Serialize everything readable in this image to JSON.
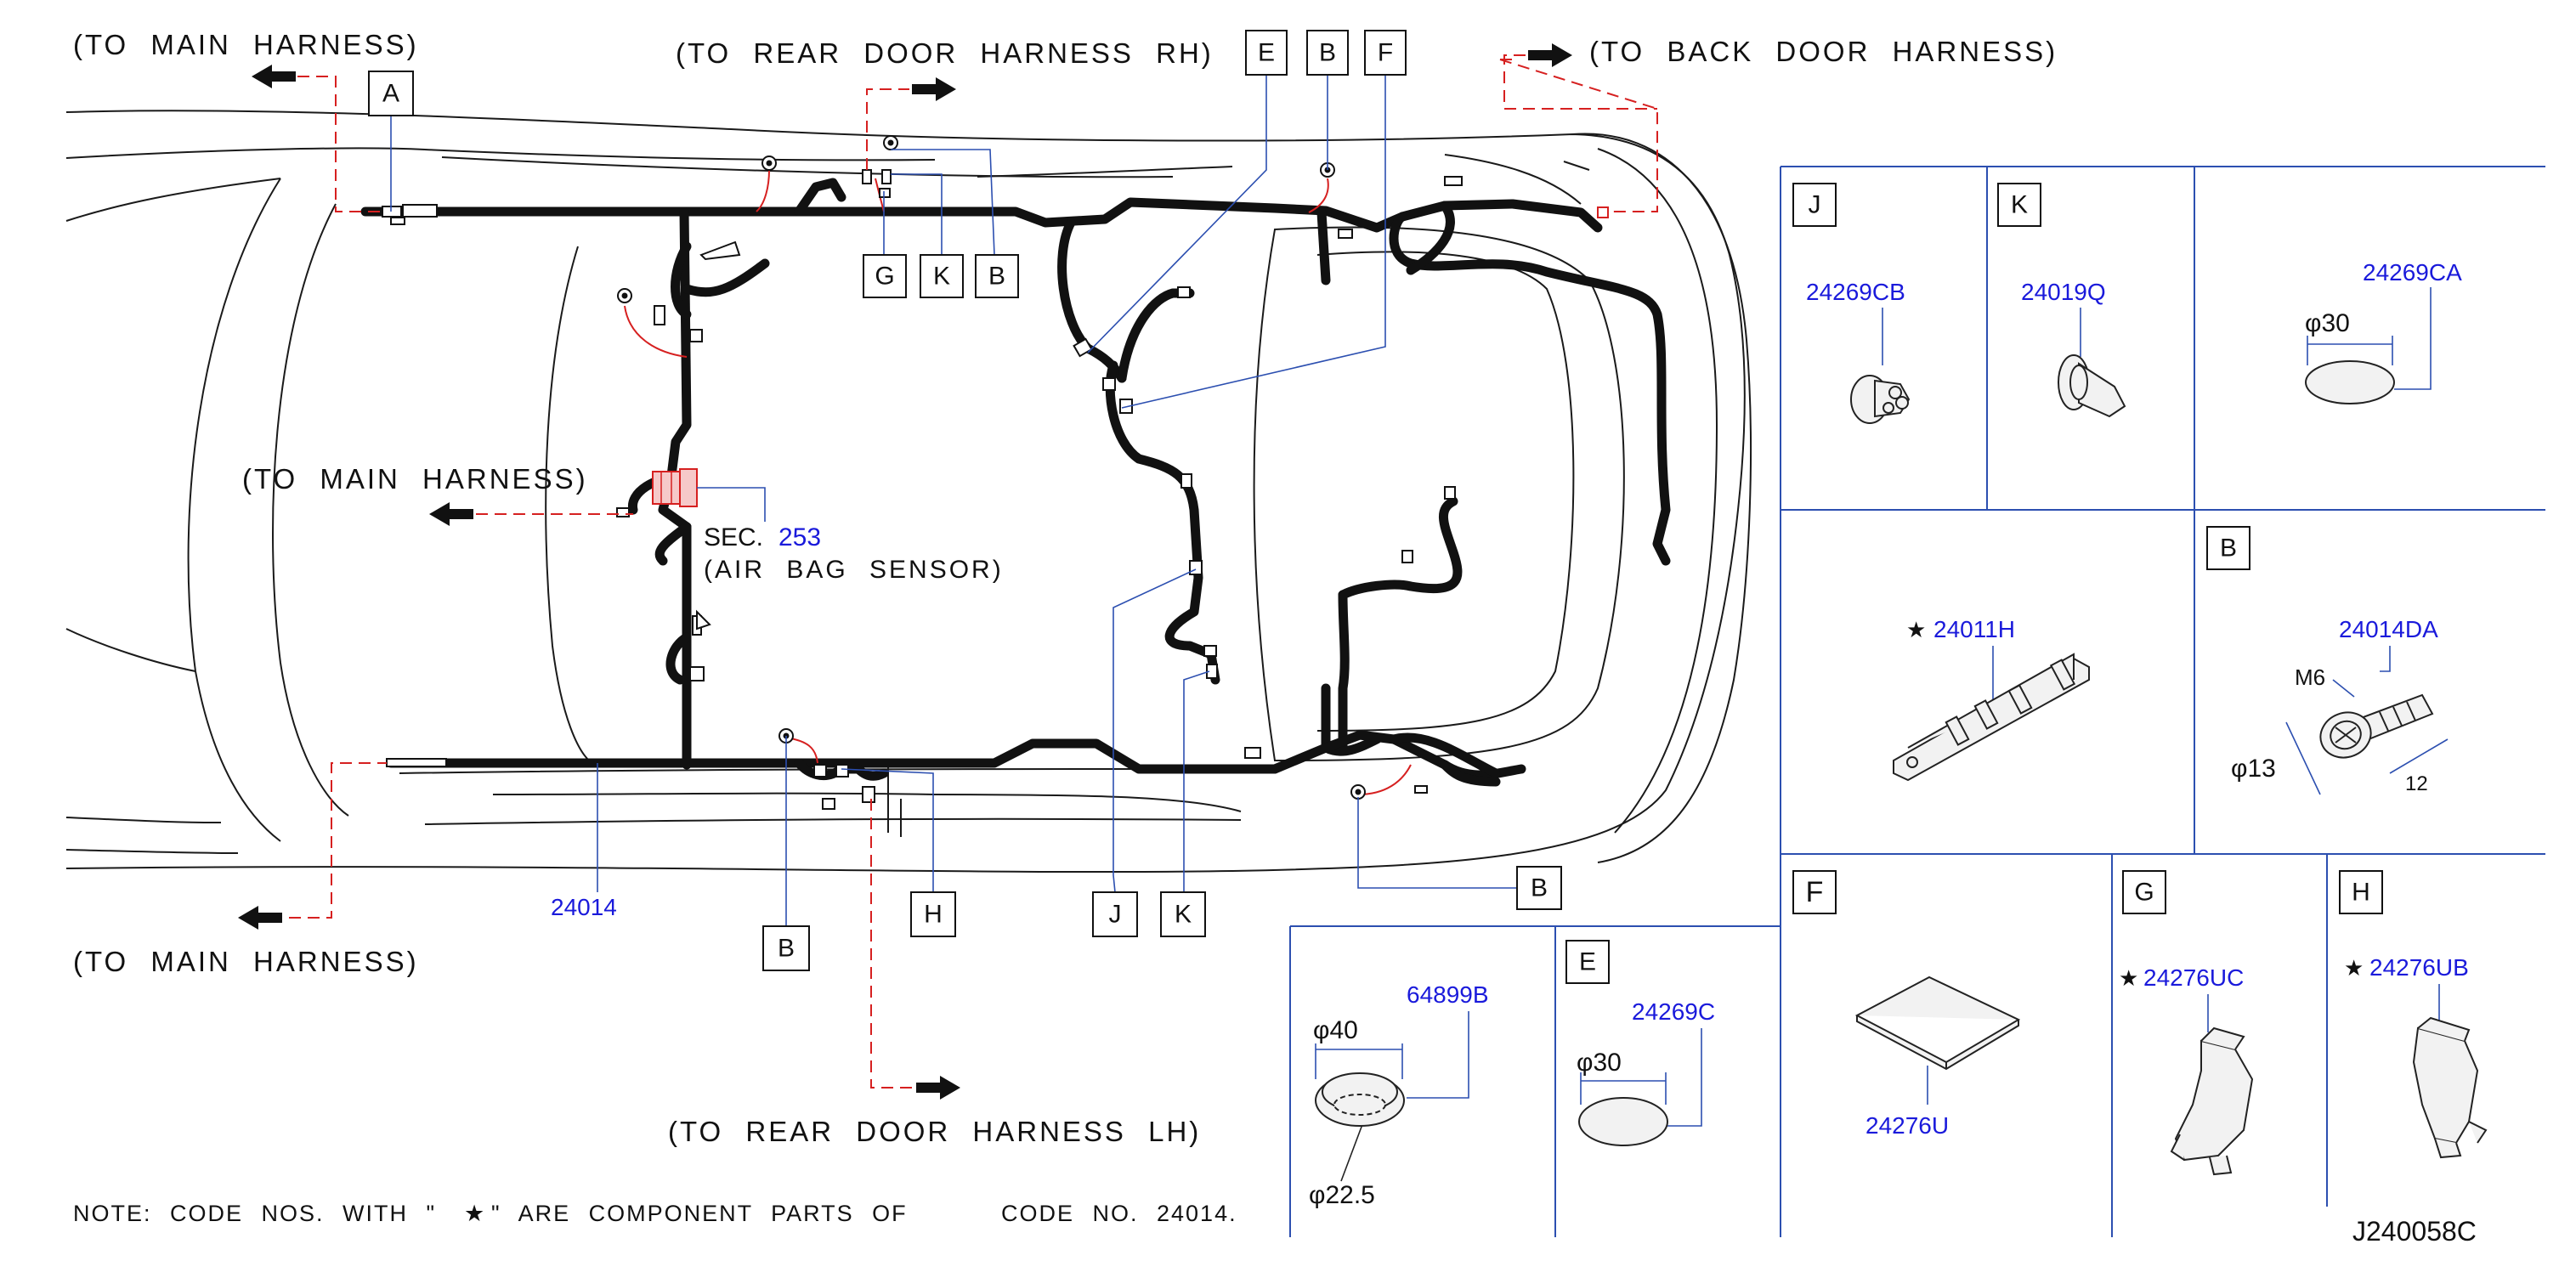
{
  "diagram": {
    "destinations": {
      "main_top": "(TO MAIN HARNESS)",
      "main_mid": "(TO MAIN HARNESS)",
      "main_bottom": "(TO MAIN HARNESS)",
      "rear_door_rh": "(TO REAR DOOR HARNESS RH)",
      "back_door": "(TO BACK DOOR HARNESS)",
      "rear_door_lh": "(TO REAR DOOR HARNESS LH)"
    },
    "sec_ref": {
      "prefix": "SEC.",
      "number": "253",
      "desc": "(AIR BAG SENSOR)"
    },
    "harness_code": "24014",
    "callouts": {
      "A": "A",
      "B": "B",
      "E": "E",
      "F": "F",
      "G": "G",
      "H": "H",
      "J": "J",
      "K": "K"
    },
    "panels": {
      "J": {
        "letter": "J",
        "part": "24269CB"
      },
      "K": {
        "letter": "K",
        "part": "24019Q"
      },
      "CA": {
        "part": "24269CA",
        "dim": "φ30"
      },
      "mid": {
        "star": "★",
        "part": "24011H"
      },
      "B": {
        "letter": "B",
        "part": "24014DA",
        "thread": "M6",
        "dia": "φ13",
        "len": "12"
      },
      "plug": {
        "part": "64899B",
        "dia_outer": "φ40",
        "dia_inner": "φ22.5"
      },
      "E": {
        "letter": "E",
        "part": "24269C",
        "dim": "φ30"
      },
      "F": {
        "letter": "F",
        "part": "24276U"
      },
      "G": {
        "letter": "G",
        "star": "★",
        "part": "24276UC"
      },
      "H": {
        "letter": "H",
        "star": "★",
        "part": "24276UB"
      }
    },
    "note": {
      "part1": "NOTE: CODE NOS. WITH \"",
      "star": "★",
      "part2": "\" ARE COMPONENT PARTS OF",
      "part3": "CODE NO. 24014."
    },
    "drawing_id": "J240058C"
  }
}
